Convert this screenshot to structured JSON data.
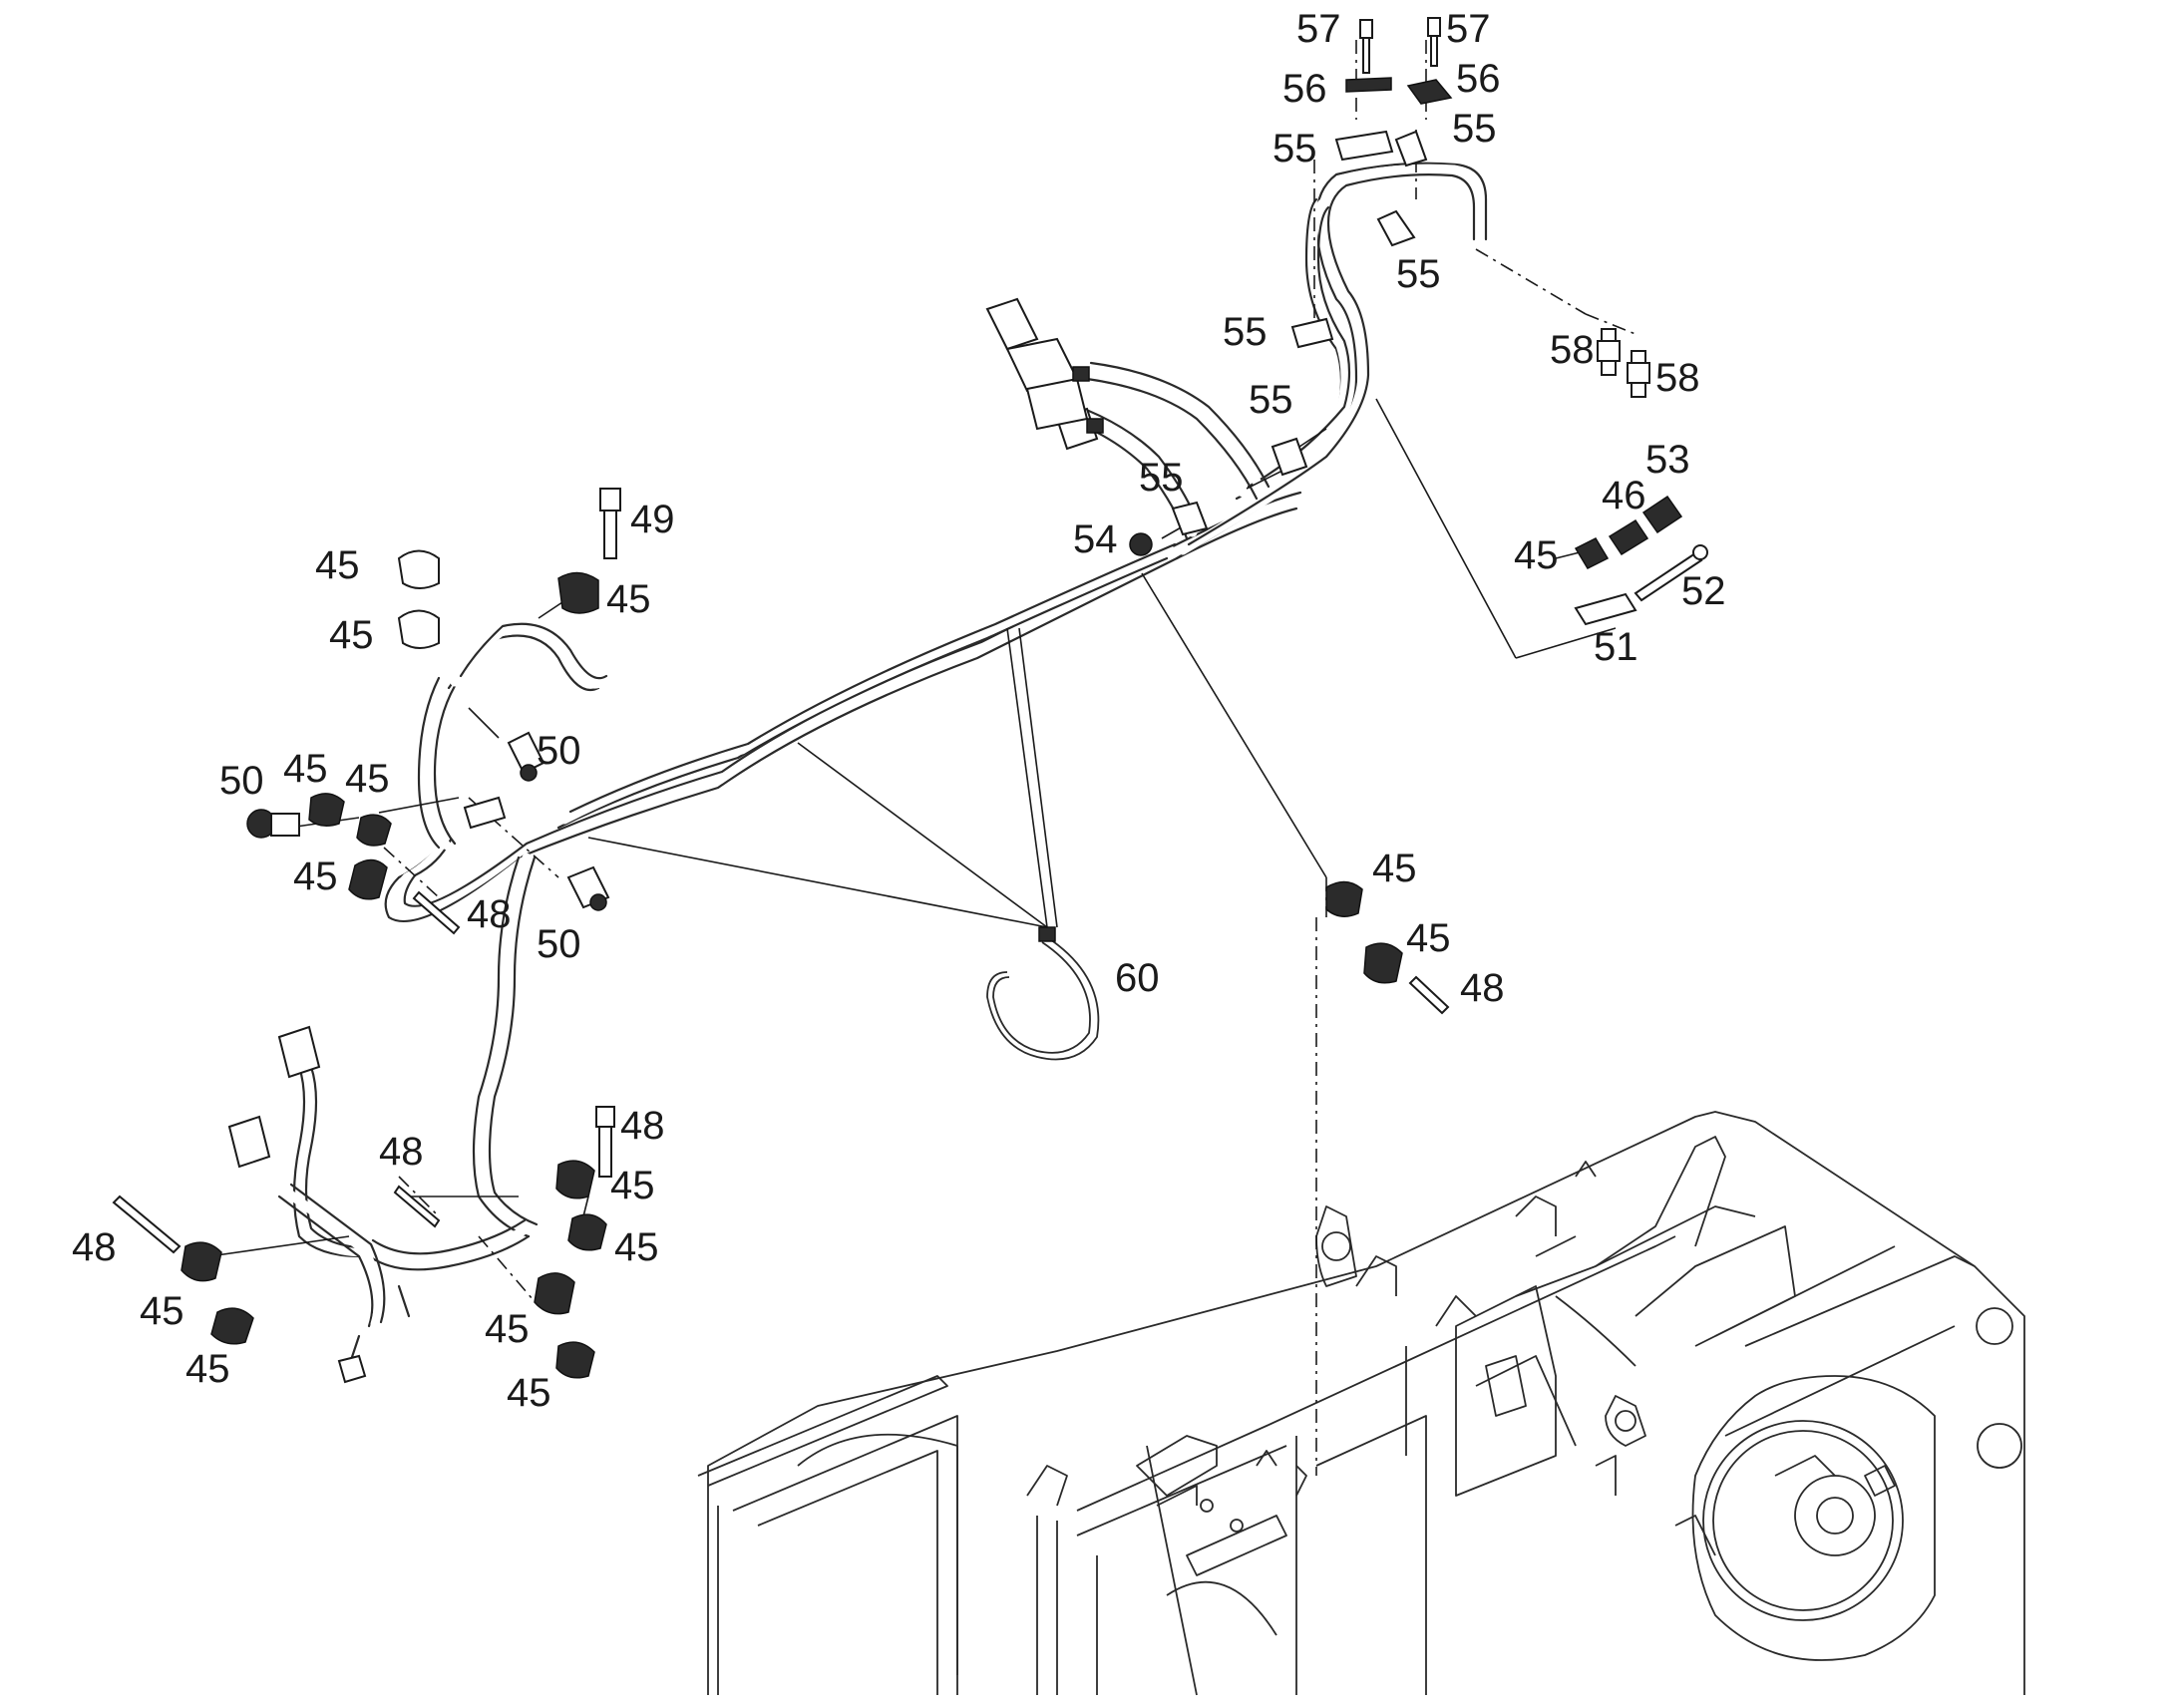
{
  "callouts": {
    "c57a": "57",
    "c57b": "57",
    "c56a": "56",
    "c56b": "56",
    "c55a": "55",
    "c55b": "55",
    "c55c": "55",
    "c55d": "55",
    "c55e": "55",
    "c55f": "55",
    "c58a": "58",
    "c58b": "58",
    "c53": "53",
    "c46": "46",
    "c45r": "45",
    "c52": "52",
    "c51": "51",
    "c54": "54",
    "c49": "49",
    "c45_1": "45",
    "c45_2": "45",
    "c45_3": "45",
    "c50a": "50",
    "c50b": "50",
    "c50c": "50",
    "c45_4": "45",
    "c45_5": "45",
    "c45_6": "45",
    "c48a": "48",
    "c60": "60",
    "c45_7": "45",
    "c45_8": "45",
    "c48b": "48",
    "c48c": "48",
    "c48d": "48",
    "c48e": "48",
    "c45_9": "45",
    "c45_10": "45",
    "c45_11": "45",
    "c45_12": "45",
    "c45_13": "45",
    "c45_14": "45"
  }
}
